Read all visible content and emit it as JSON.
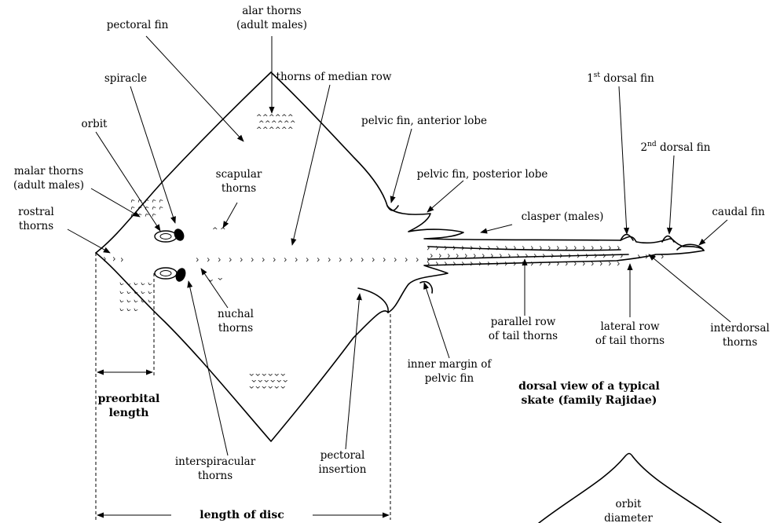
{
  "title": [
    "dorsal view of a typical",
    "skate (family Rajidae)"
  ],
  "labels": {
    "alar_thorns": [
      "alar thorns",
      "(adult males)"
    ],
    "pectoral_fin": "pectoral fin",
    "spiracle": "spiracle",
    "thorns_median_row": "thorns of median row",
    "first_dorsal": {
      "num": "1",
      "sup": "st",
      "rest": " dorsal fin"
    },
    "orbit": "orbit",
    "pelvic_anterior": "pelvic fin, anterior lobe",
    "second_dorsal": {
      "num": "2",
      "sup": "nd",
      "rest": " dorsal fin"
    },
    "malar_thorns": [
      "malar thorns",
      "(adult males)"
    ],
    "scapular_thorns": [
      "scapular",
      "thorns"
    ],
    "pelvic_posterior": "pelvic fin, posterior lobe",
    "caudal_fin": "caudal fin",
    "rostral_thorns": [
      "rostral",
      "thorns"
    ],
    "clasper": "clasper (males)",
    "nuchal_thorns": [
      "nuchal",
      "thorns"
    ],
    "parallel_row": [
      "parallel row",
      "of tail thorns"
    ],
    "interdorsal_thorns": [
      "interdorsal",
      "thorns"
    ],
    "lateral_row": [
      "lateral row",
      "of tail thorns"
    ],
    "inner_margin": [
      "inner margin of",
      "pelvic fin"
    ],
    "preorbital_length": [
      "preorbital",
      "length"
    ],
    "interspiracular_thorns": [
      "interspiracular",
      "thorns"
    ],
    "pectoral_insertion": [
      "pectoral",
      "insertion"
    ],
    "length_of_disc": "length of disc",
    "orbit_diameter": [
      "orbit",
      "diameter"
    ]
  },
  "thorn_glyph": "^"
}
